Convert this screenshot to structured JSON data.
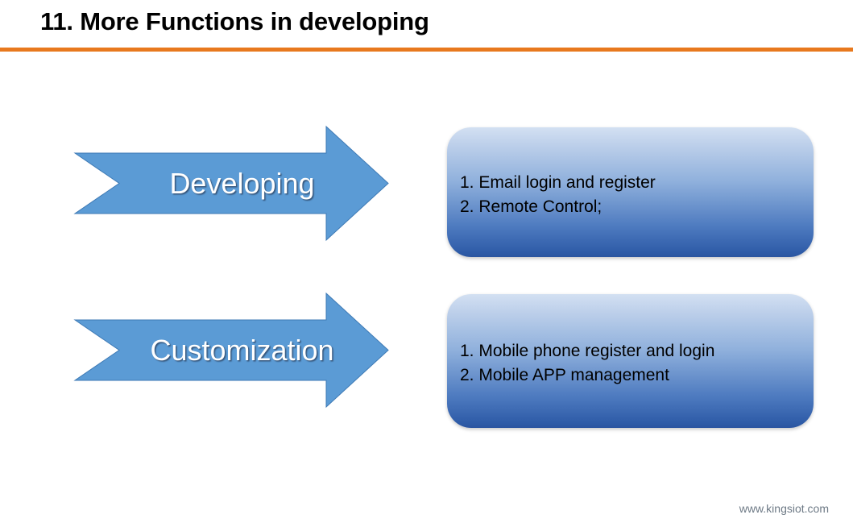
{
  "slide": {
    "title": "11. More Functions in developing",
    "rule_color": "#E8791E",
    "background_color": "#FFFFFF"
  },
  "arrows": [
    {
      "name": "developing",
      "label": "Developing",
      "fill_color": "#5B9BD5"
    },
    {
      "name": "customization",
      "label": "Customization",
      "fill_color": "#5B9BD5"
    }
  ],
  "boxes": [
    {
      "name": "developing",
      "gradient_top": "#D3E0F2",
      "gradient_bottom": "#2B55A0",
      "lines": [
        "1. Email login and register",
        "2. Remote Control;"
      ]
    },
    {
      "name": "customization",
      "gradient_top": "#D3E0F2",
      "gradient_bottom": "#2B55A0",
      "lines": [
        "1. Mobile phone register and login",
        "2. Mobile APP management"
      ]
    }
  ],
  "footer": {
    "watermark": "www.kingsiot.com"
  }
}
